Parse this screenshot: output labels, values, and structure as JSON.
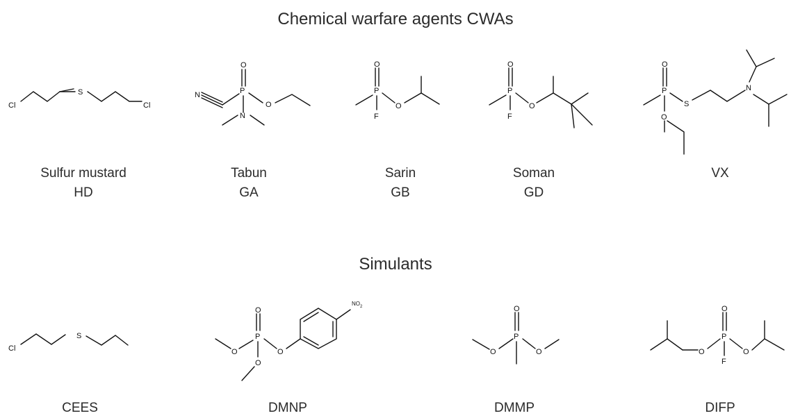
{
  "sections": {
    "cwa_title": "Chemical warfare agents CWAs",
    "simulants_title": "Simulants"
  },
  "cwa": [
    {
      "name": "Sulfur mustard",
      "code": "HD"
    },
    {
      "name": "Tabun",
      "code": "GA"
    },
    {
      "name": "Sarin",
      "code": "GB"
    },
    {
      "name": "Soman",
      "code": "GD"
    },
    {
      "name": "VX",
      "code": ""
    }
  ],
  "simulants": [
    {
      "name": "CEES"
    },
    {
      "name": "DMNP"
    },
    {
      "name": "DMMP"
    },
    {
      "name": "DIFP"
    }
  ],
  "atoms": {
    "cl": "Cl",
    "s": "S",
    "n": "N",
    "p": "P",
    "o": "O",
    "f": "F",
    "no2": "NO",
    "two": "2"
  }
}
